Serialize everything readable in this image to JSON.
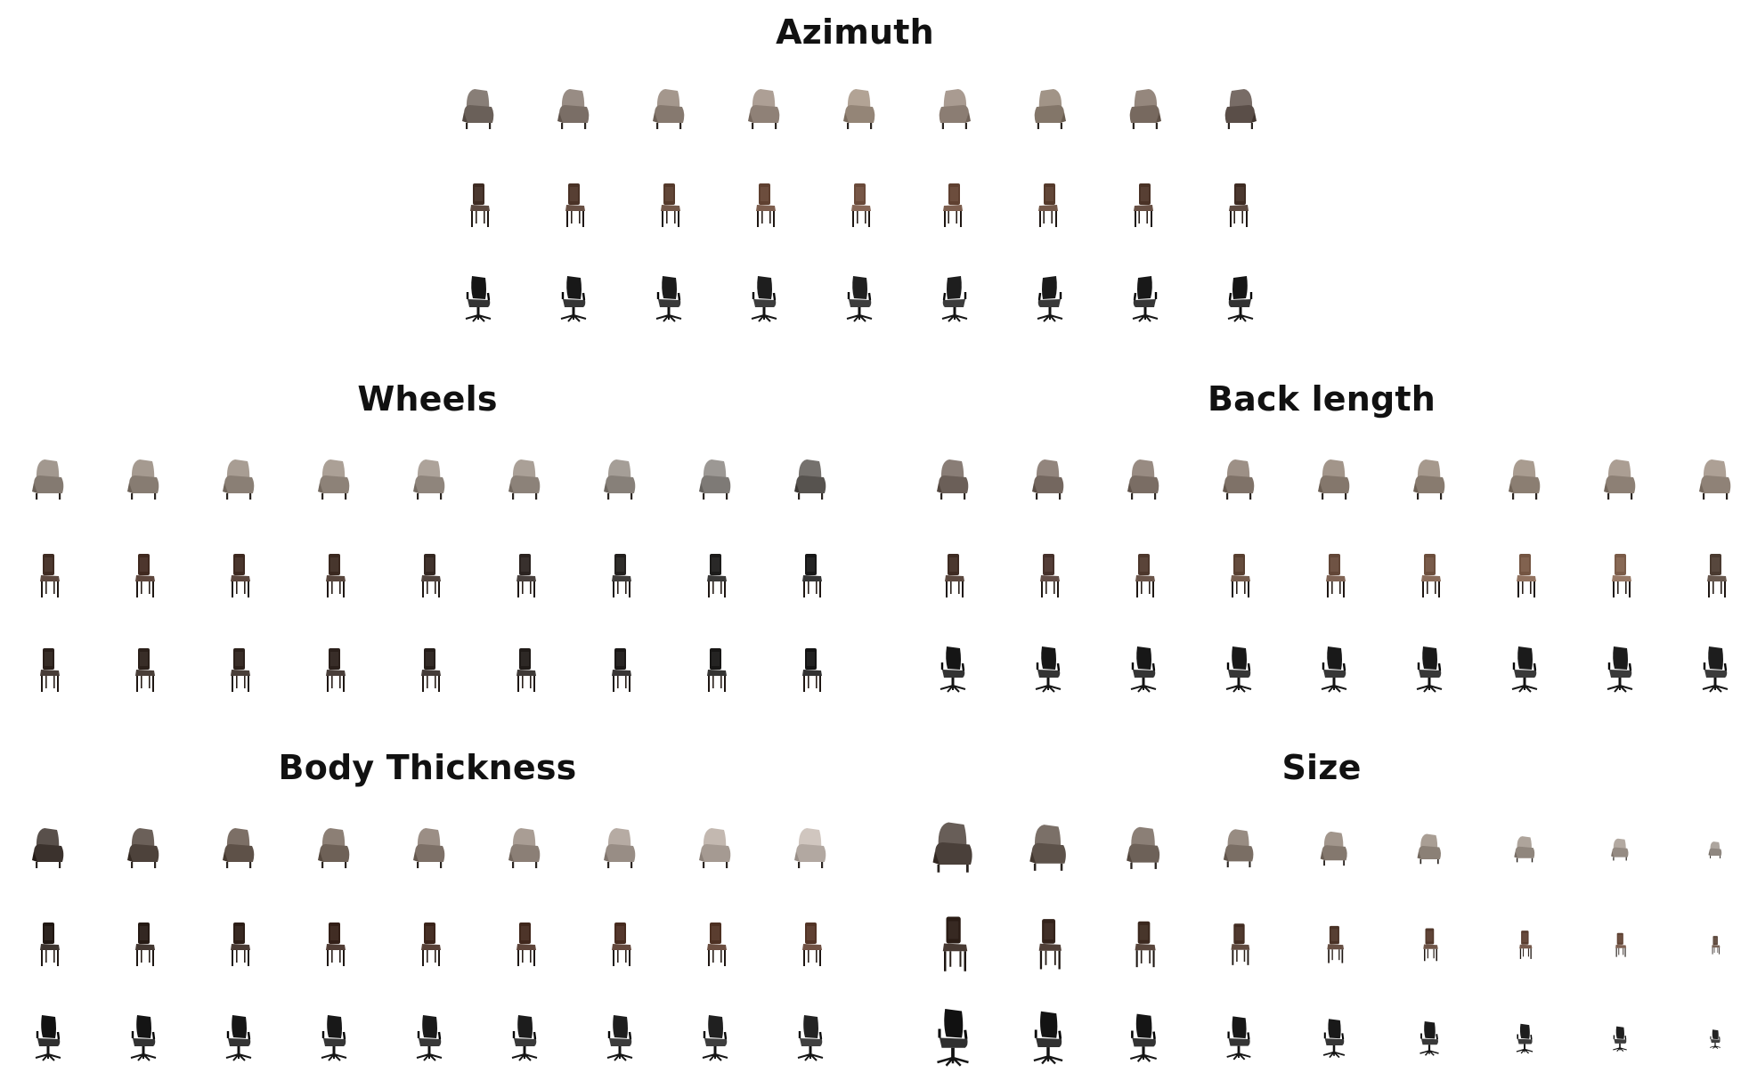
{
  "panels": [
    {
      "id": "azimuth",
      "title": "Azimuth",
      "rows": [
        {
          "variant": "lounge",
          "colors": [
            "#6a6059",
            "#7a6e66",
            "#86796f",
            "#8f8177",
            "#948577",
            "#8b7d73",
            "#837669",
            "#77695f",
            "#5a4e48"
          ],
          "sizes": [
            1,
            1,
            1,
            1,
            1,
            1,
            1,
            1,
            1
          ]
        },
        {
          "variant": "dining",
          "colors": [
            "#3e2b22",
            "#4a3226",
            "#553a2b",
            "#5f4030",
            "#6a4a3a",
            "#5f4030",
            "#553a2b",
            "#4a3226",
            "#3e2b22"
          ],
          "sizes": [
            1,
            1,
            1,
            1,
            1,
            1,
            1,
            1,
            1
          ]
        },
        {
          "variant": "office",
          "colors": [
            "#151515",
            "#181818",
            "#1b1b1b",
            "#1e1e1e",
            "#202020",
            "#1e1e1e",
            "#1b1b1b",
            "#181818",
            "#151515"
          ],
          "sizes": [
            1,
            1,
            1,
            1,
            1,
            1,
            1,
            1,
            1
          ]
        }
      ]
    },
    {
      "id": "wheels",
      "title": "Wheels",
      "rows": [
        {
          "variant": "lounge",
          "colors": [
            "#847a71",
            "#877c72",
            "#8a7f75",
            "#8d8278",
            "#8f857c",
            "#8c8279",
            "#878079",
            "#7e7a76",
            "#57534f"
          ],
          "sizes": [
            1,
            1,
            1,
            1,
            1,
            1,
            1,
            1,
            1
          ]
        },
        {
          "variant": "dining",
          "colors": [
            "#3f2b22",
            "#40291f",
            "#3d281f",
            "#3a281f",
            "#332620",
            "#2b2320",
            "#221f1d",
            "#1c1b1a",
            "#171717"
          ],
          "sizes": [
            1,
            1,
            1,
            1,
            1,
            1,
            1,
            1,
            1
          ]
        },
        {
          "variant": "dining",
          "colors": [
            "#2a1f1a",
            "#2b201a",
            "#2c211b",
            "#2b201b",
            "#261e1a",
            "#201b18",
            "#1b1817",
            "#171615",
            "#141414"
          ],
          "sizes": [
            1,
            1,
            1,
            1,
            1,
            1,
            1,
            1,
            1
          ]
        }
      ]
    },
    {
      "id": "backlength",
      "title": "Back length",
      "rows": [
        {
          "variant": "lounge",
          "colors": [
            "#6b5f58",
            "#74675f",
            "#7a6d64",
            "#7f7268",
            "#84776c",
            "#887b6f",
            "#8b7e72",
            "#8d8075",
            "#8f8277"
          ],
          "sizes": [
            1,
            1,
            1,
            1,
            1,
            1,
            1,
            1,
            1
          ]
        },
        {
          "variant": "dining",
          "colors": [
            "#3e2b22",
            "#45302a",
            "#4d372c",
            "#583f30",
            "#624637",
            "#6c4e3c",
            "#745542",
            "#7a5b48",
            "#4a3a30"
          ],
          "sizes": [
            1,
            1,
            1,
            1,
            1,
            1,
            1,
            1,
            1
          ]
        },
        {
          "variant": "office",
          "colors": [
            "#151515",
            "#161616",
            "#171717",
            "#181818",
            "#191919",
            "#1a1a1a",
            "#1b1b1b",
            "#1c1c1c",
            "#1d1d1d"
          ],
          "sizes": [
            1,
            1,
            1,
            1,
            1,
            1,
            1,
            1,
            1
          ]
        }
      ]
    },
    {
      "id": "bodythickness",
      "title": "Body Thickness",
      "rows": [
        {
          "variant": "lounge",
          "colors": [
            "#3b322d",
            "#4d423b",
            "#5e5148",
            "#6e6157",
            "#7d7067",
            "#8b7f76",
            "#988d85",
            "#a59a92",
            "#b2a8a1"
          ],
          "sizes": [
            1,
            1,
            1,
            1,
            1,
            1,
            1,
            1,
            1
          ]
        },
        {
          "variant": "dining",
          "colors": [
            "#201712",
            "#261a14",
            "#2c1d16",
            "#331f17",
            "#3a2319",
            "#40271c",
            "#472b1f",
            "#4d3022",
            "#533426"
          ],
          "sizes": [
            1,
            1,
            1,
            1,
            1,
            1,
            1,
            1,
            1
          ]
        },
        {
          "variant": "office",
          "colors": [
            "#121212",
            "#141414",
            "#161616",
            "#181818",
            "#1a1a1a",
            "#1c1c1c",
            "#1e1e1e",
            "#202020",
            "#232323"
          ],
          "sizes": [
            1,
            1,
            1,
            1,
            1,
            1,
            1,
            1,
            1
          ]
        }
      ]
    },
    {
      "id": "size",
      "title": "Size",
      "rows": [
        {
          "variant": "lounge",
          "colors": [
            "#4a403a",
            "#5d524a",
            "#6d6158",
            "#7a6e64",
            "#84786e",
            "#8b8076",
            "#90867d",
            "#958b83",
            "#8f8780"
          ],
          "sizes": [
            1.25,
            1.15,
            1.05,
            0.95,
            0.85,
            0.75,
            0.65,
            0.55,
            0.42
          ]
        },
        {
          "variant": "dining",
          "colors": [
            "#2a1c15",
            "#33221a",
            "#3b281e",
            "#432d22",
            "#4a3226",
            "#52382b",
            "#593d2f",
            "#604334",
            "#5a4539"
          ],
          "sizes": [
            1.25,
            1.15,
            1.05,
            0.95,
            0.85,
            0.75,
            0.65,
            0.55,
            0.42
          ]
        },
        {
          "variant": "office",
          "colors": [
            "#111111",
            "#131313",
            "#151515",
            "#171717",
            "#191919",
            "#1b1b1b",
            "#1d1d1d",
            "#1f1f1f",
            "#222222"
          ],
          "sizes": [
            1.25,
            1.15,
            1.05,
            0.95,
            0.85,
            0.75,
            0.65,
            0.55,
            0.42
          ]
        }
      ]
    }
  ]
}
